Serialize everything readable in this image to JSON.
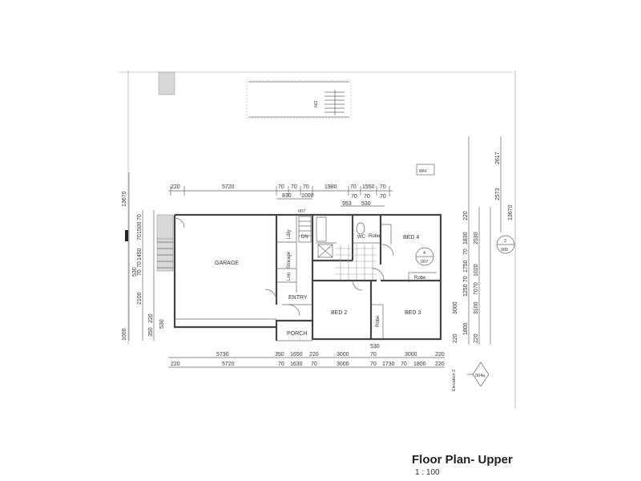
{
  "title": "Floor Plan- Upper",
  "scale": "1 : 100",
  "rooms": {
    "garage": "GARAGE",
    "bed2": "BED 2",
    "bed3": "BED 3",
    "bed4": "BED 4",
    "entry": "ENTRY",
    "porch": "PORCH",
    "dn": "DN",
    "storage": "Storage",
    "linen": "Lnn",
    "lndry": "Ldry",
    "wc": "WC",
    "robe_bed4": "Robe",
    "robe_bed3": "Robe",
    "robe_bed2": "Robe",
    "wh": "WH",
    "dn_top": "DN"
  },
  "dims_top_outer": [
    "220",
    "5720",
    "70",
    "70",
    "70",
    "1980",
    "70",
    "1550",
    "70"
  ],
  "dims_top_inner": [
    "830",
    "1000",
    "70",
    "70",
    "70",
    "953",
    "530"
  ],
  "dims_bottom_1": [
    "5730",
    "350",
    "1650",
    "220",
    "3000",
    "70",
    "3000",
    "220"
  ],
  "dims_bottom_2": [
    "220",
    "5720",
    "70",
    "1630",
    "70",
    "3000",
    "70",
    "1730",
    "70",
    "1800",
    "220"
  ],
  "dims_bottom_3": [
    "530"
  ],
  "dims_left": [
    "13670",
    "70",
    "1500",
    "70",
    "1450",
    "70",
    "70",
    "530",
    "2100",
    "1000",
    "350",
    "220",
    "530"
  ],
  "dims_right": [
    "2617",
    "2573",
    "13670",
    "220",
    "1830",
    "70",
    "2530",
    "1750",
    "1020",
    "70",
    "1250",
    "70",
    "70",
    "3000",
    "3100",
    "1800",
    "220",
    "220"
  ],
  "markers": {
    "section_4": "4",
    "section_4_ref": "007",
    "section_2": "2",
    "section_2_ref": "005",
    "elevation": "004a",
    "elevation_label": "Elevation 2",
    "door_007": "007"
  }
}
